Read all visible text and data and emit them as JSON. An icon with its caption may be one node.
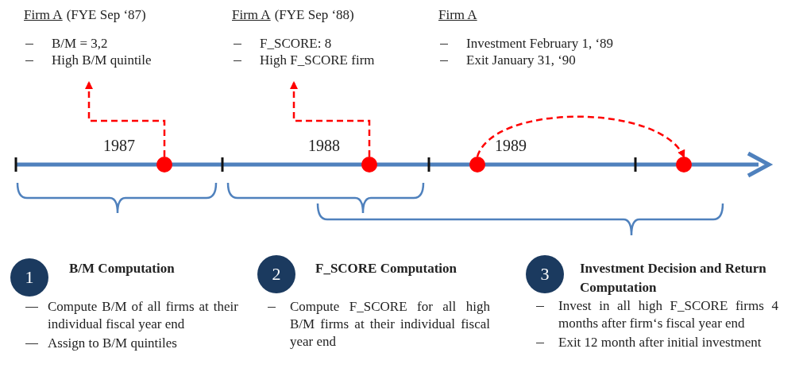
{
  "diagram": {
    "nodes": [
      {
        "text": [
          "Firm A",
          "(FYE Sep ‘87)",
          "B/M = 3,2",
          "High B/M quintile"
        ]
      },
      {
        "text": [],
        "shape": "circle"
      },
      {
        "text": [
          "Firm A",
          "(FYE Sep ‘88)",
          "F_SCORE: 8",
          "High F_SCORE firm"
        ]
      },
      {
        "text": [],
        "shape": "circle"
      },
      {
        "text": [
          "Firm A",
          "Investment February 1, ‘89",
          "Exit January 31, ‘90"
        ]
      },
      {
        "text": [],
        "shape": "circle"
      },
      {
        "text": [],
        "shape": "circle"
      },
      {
        "text": [
          "1"
        ],
        "beside": [
          "B/M Computation",
          "Compute B/M of all firms at their individual fiscal year end",
          "Assign to B/M quintiles"
        ]
      },
      {
        "text": [
          "2"
        ],
        "beside": [
          "F_SCORE Computation",
          "Compute F_SCORE for all high B/M firms at their individual fiscal year end"
        ]
      },
      {
        "text": [
          "3"
        ],
        "beside": [
          "Investment Decision and Return Computation",
          "Invest in all high F_SCORE firms 4 months after firm‘s fiscal year end",
          "Exit 12 month after initial investment"
        ]
      }
    ],
    "edges": [
      {
        "from": 1,
        "to": 0,
        "arrow": "to",
        "style": "dashed"
      },
      {
        "from": 3,
        "to": 2,
        "arrow": "to",
        "style": "dashed"
      },
      {
        "from": 5,
        "to": 6,
        "arrow": "to",
        "style": "dashed"
      }
    ],
    "labels": [
      "1987",
      "1988",
      "1989"
    ]
  }
}
